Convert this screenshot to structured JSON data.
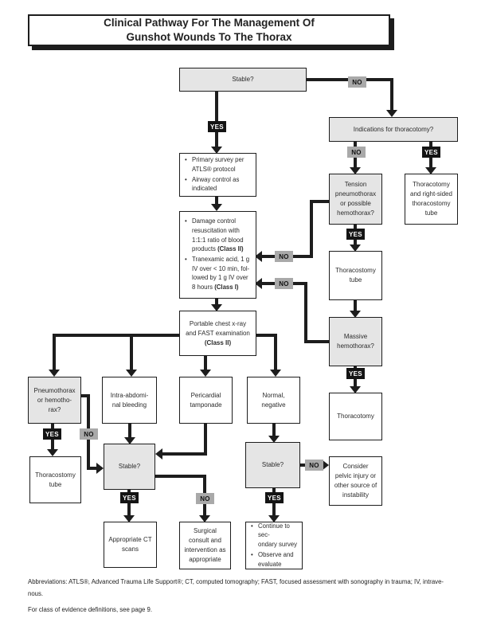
{
  "title": {
    "line1": "Clinical Pathway For The Management Of",
    "line2": "Gunshot Wounds To The Thorax"
  },
  "bullet": "•",
  "labels": {
    "yes": "YES",
    "no": "NO"
  },
  "colors": {
    "line": "#1d1d1d",
    "question_fill": "#e5e5e5",
    "no_fill": "#a9a9a9",
    "yes_fill": "#141414",
    "text": "#2b2b2b"
  },
  "nodes": {
    "stable_top": {
      "text": "Stable?"
    },
    "indications": {
      "text": "Indications for thoracotomy?"
    },
    "primary": {
      "items": [
        {
          "text": "Primary survey per\nATLS® protocol"
        },
        {
          "text": "Airway control as\nindicated"
        }
      ]
    },
    "damage": {
      "items": [
        {
          "text": "Damage control\nresuscitation with\n1:1:1 ratio of blood\nproducts ",
          "bold": "(Class II)"
        },
        {
          "text": "Tranexamic acid, 1 g\nIV over < 10 min, fol-\nlowed by 1 g IV over\n8 hours ",
          "bold": "(Class I)"
        }
      ]
    },
    "portable": {
      "text": "Portable chest x-ray\nand FAST examination",
      "bold": "(Class II)"
    },
    "tension": {
      "text": "Tension\npneumothorax\nor possible\nhemothorax?"
    },
    "thoracotomy_right": {
      "text": "Thoracotomy\nand right-sided\nthoracostomy\ntube"
    },
    "thoracostomy_tube_right": {
      "text": "Thoracostomy\ntube"
    },
    "massive": {
      "text": "Massive\nhemothorax?"
    },
    "thoracotomy": {
      "text": "Thoracotomy"
    },
    "pneumothorax": {
      "text": "Pneumothorax\nor hemotho-\nrax?"
    },
    "intraabdominal": {
      "text": "Intra-abdomi-\nnal bleeding"
    },
    "pericardial": {
      "text": "Pericardial\ntamponade"
    },
    "normal": {
      "text": "Normal,\nnegative"
    },
    "thoracostomy_tube_left": {
      "text": "Thoracostomy\ntube"
    },
    "stable_left": {
      "text": "Stable?"
    },
    "stable_right": {
      "text": "Stable?"
    },
    "consider": {
      "text": "Consider\npelvic injury or\nother source of\ninstability"
    },
    "ct_scans": {
      "text": "Appropriate CT\nscans"
    },
    "surgical": {
      "text": "Surgical\nconsult and\nintervention as\nappropriate"
    },
    "continue": {
      "items": [
        {
          "text": "Continue to sec-\nondary survey"
        },
        {
          "text": "Observe and\nevaluate"
        }
      ]
    }
  },
  "footer": {
    "abbreviations": "Abbreviations: ATLS®, Advanced Trauma Life Support®; CT, computed tomography; FAST, focused assessment with sonography in trauma; IV, intrave-\nnous.",
    "evidence": "For class of evidence definitions, see page 9."
  }
}
